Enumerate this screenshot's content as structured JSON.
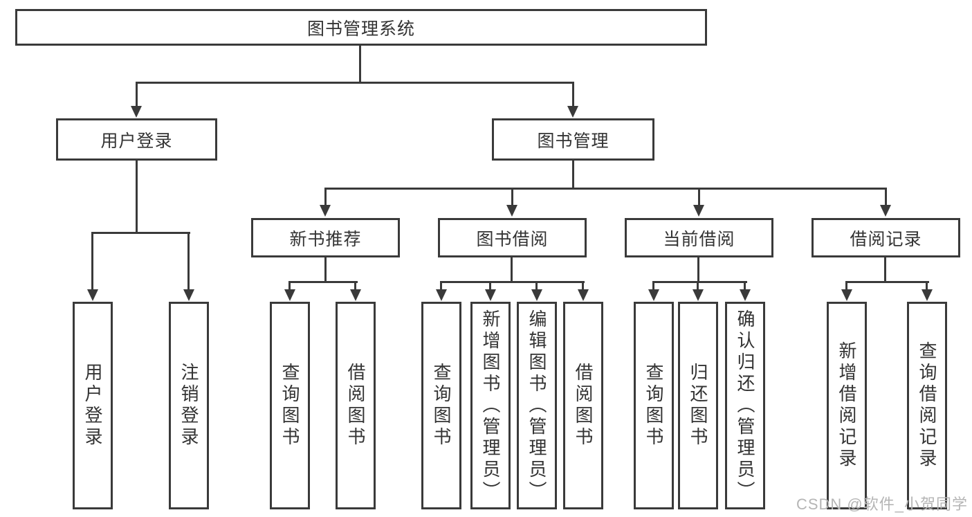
{
  "diagram": {
    "root": "图书管理系统",
    "level1": [
      "用户登录",
      "图书管理"
    ],
    "level2": [
      "新书推荐",
      "图书借阅",
      "当前借阅",
      "借阅记录"
    ],
    "leaves": {
      "login": [
        "用户登录",
        "注销登录"
      ],
      "recommend": [
        "查询图书",
        "借阅图书"
      ],
      "borrow": [
        "查询图书",
        "新增图书（管理员）",
        "编辑图书（管理员）",
        "借阅图书"
      ],
      "current": [
        "查询图书",
        "归还图书",
        "确认归还（管理员）"
      ],
      "records": [
        "新增借阅记录",
        "查询借阅记录"
      ]
    }
  },
  "watermark": "CSDN @软件_小贺同学",
  "colors": {
    "line": "#3a3a3a",
    "text": "#333333",
    "watermark": "#b5b5b5",
    "background": "#ffffff"
  }
}
